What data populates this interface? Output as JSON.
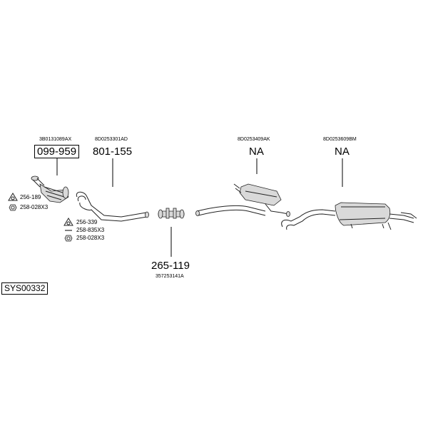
{
  "parts": {
    "front_pipe": {
      "number": "099-959",
      "ref": "3B0131089AX"
    },
    "middle_pipe": {
      "number": "801-155",
      "ref": "8D0253301AD"
    },
    "middle_silencer": {
      "number": "NA",
      "ref": "8D0253409AK"
    },
    "rear_silencer": {
      "number": "NA",
      "ref": "8D0253609BM"
    },
    "clamp": {
      "number": "265-119",
      "ref": "357253141A"
    }
  },
  "fittings": {
    "group1": [
      "256-189",
      "258-028X3"
    ],
    "group2": [
      "256-339",
      "258-835X3",
      "258-028X3"
    ]
  },
  "system_code": "SYS00332"
}
